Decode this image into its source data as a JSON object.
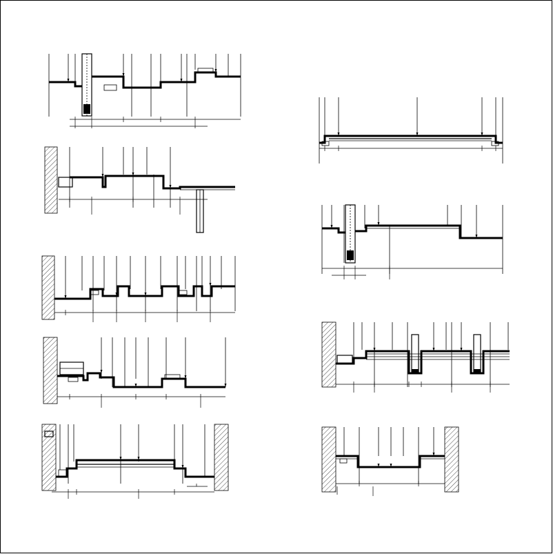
{
  "drawing": {
    "colors": {
      "line": "#000000",
      "background": "#ffffff"
    },
    "details": [
      {
        "id": "detail-1",
        "column": "left",
        "row": 1
      },
      {
        "id": "detail-2",
        "column": "left",
        "row": 2
      },
      {
        "id": "detail-3",
        "column": "left",
        "row": 3
      },
      {
        "id": "detail-4",
        "column": "left",
        "row": 4
      },
      {
        "id": "detail-5",
        "column": "left",
        "row": 5
      },
      {
        "id": "detail-6",
        "column": "right",
        "row": 1
      },
      {
        "id": "detail-7",
        "column": "right",
        "row": 2
      },
      {
        "id": "detail-8",
        "column": "right",
        "row": 3
      },
      {
        "id": "detail-9",
        "column": "right",
        "row": 4
      }
    ]
  }
}
